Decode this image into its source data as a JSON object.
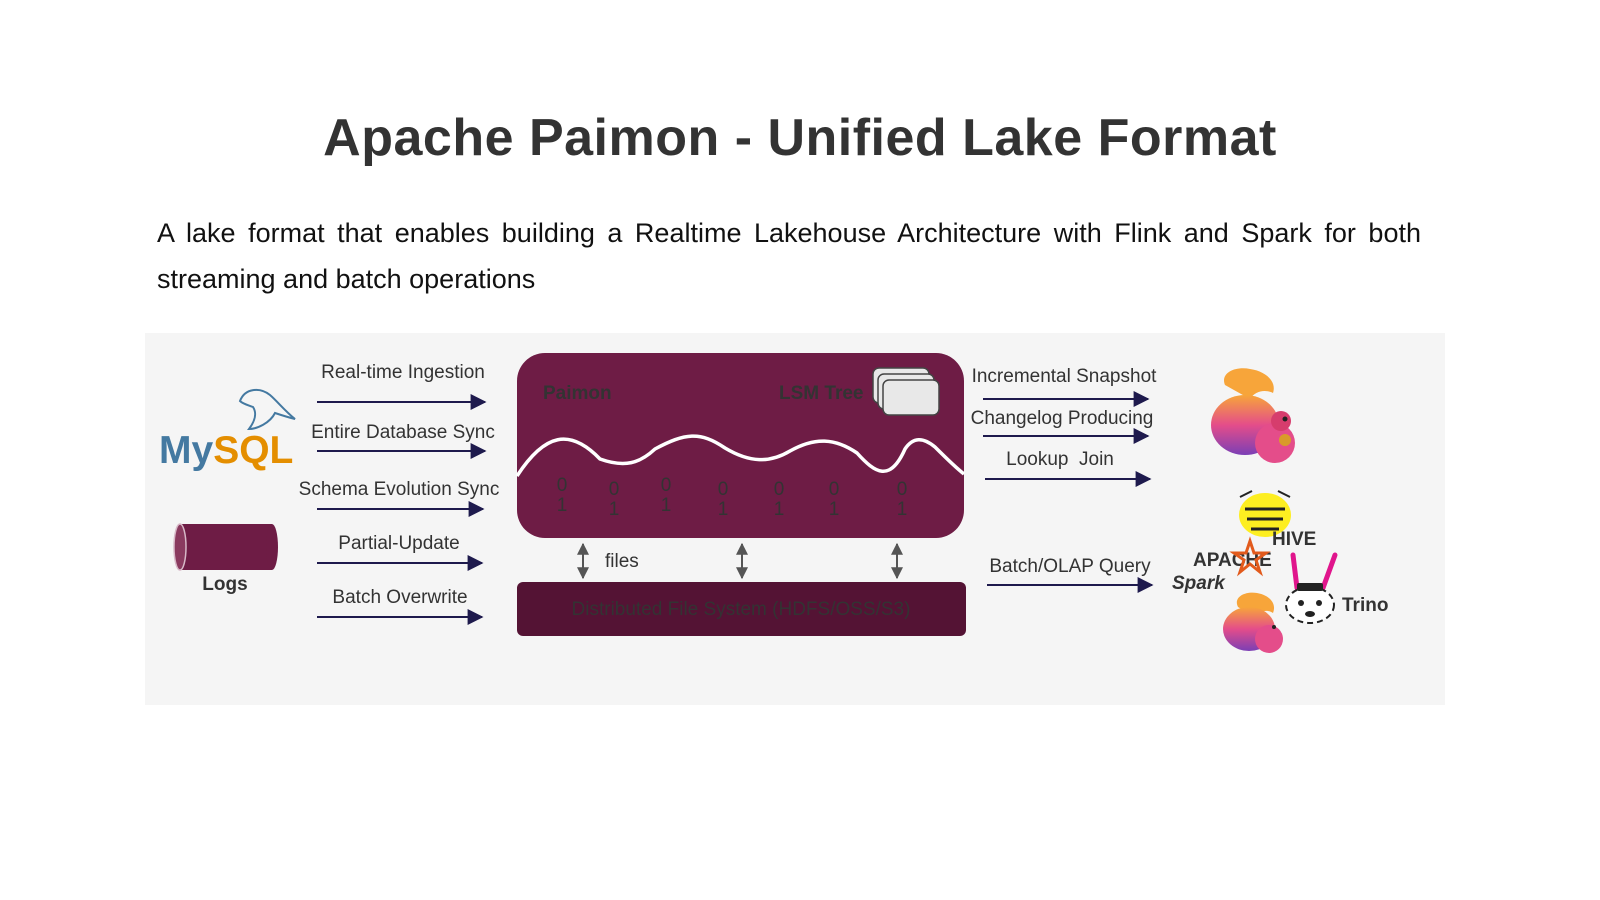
{
  "title": "Apache Paimon - Unified Lake Format",
  "subtitle": "A lake format that enables building a Realtime Lakehouse Architecture with Flink and Spark for both streaming and batch operations",
  "sources": {
    "mysql": {
      "logo_text_my": "My",
      "logo_text_sql": "SQL",
      "icon": "mysql-dolphin-icon"
    },
    "logs": {
      "label": "Logs",
      "icon": "log-cylinder-icon"
    }
  },
  "ingestion_labels": [
    "Real-time Ingestion",
    "Entire Database Sync",
    "Schema Evolution Sync",
    "Partial-Update",
    "Batch Overwrite"
  ],
  "paimon": {
    "label": "Paimon",
    "lsm_label": "LSM Tree",
    "bits_top": [
      "0",
      "0",
      "0",
      "0",
      "0",
      "0",
      "0"
    ],
    "bits_bottom": [
      "1",
      "1",
      "1",
      "1",
      "1",
      "1",
      "1"
    ],
    "files_label": "files",
    "dfs_label": "Distributed File System (HDFS/OSS/S3)"
  },
  "output_labels": [
    "Incremental Snapshot",
    "Changelog Producing",
    "Lookup  Join",
    "Batch/OLAP Query"
  ],
  "engines": {
    "hive_label": "HIVE",
    "spark_small": "APACHE",
    "spark_label": "Spark",
    "trino_label": "Trino"
  },
  "colors": {
    "paimon": "#6e1c45",
    "dfs": "#541334",
    "arrow": "#1e1a4d",
    "panel": "#f5f5f5",
    "mysql_blue": "#4479a1",
    "mysql_orange": "#e48e00"
  }
}
